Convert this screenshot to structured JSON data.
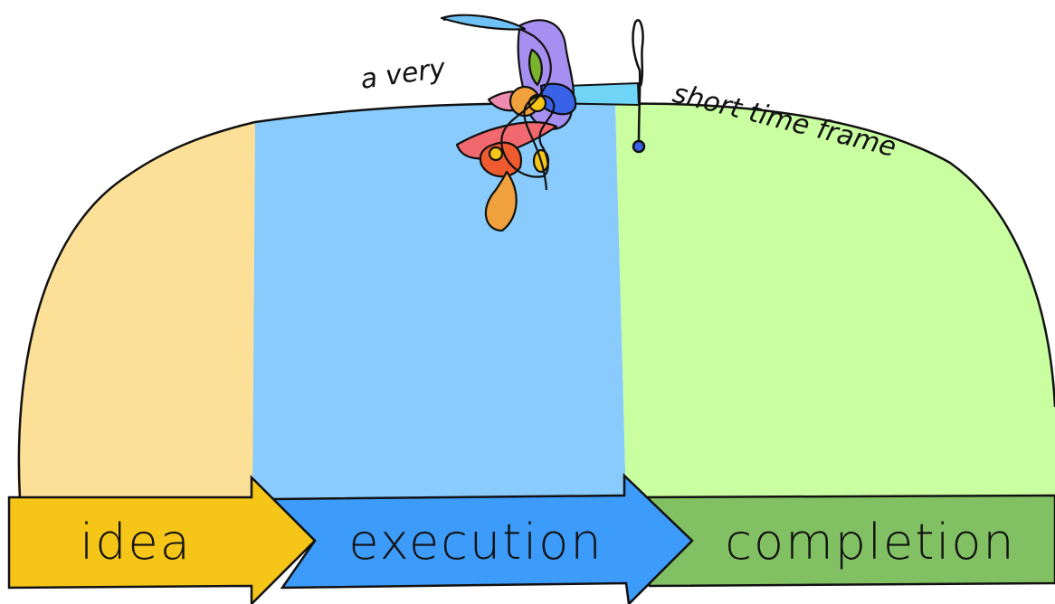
{
  "caption": {
    "left": "a very",
    "right": "short time frame"
  },
  "stages": [
    {
      "id": "idea",
      "label": "idea",
      "color": "#f5c518",
      "area_color": "#fde097"
    },
    {
      "id": "execution",
      "label": "execution",
      "color": "#3d9bfa",
      "area_color": "#88cbfc"
    },
    {
      "id": "completion",
      "label": "completion",
      "color": "#82c163",
      "area_color": "#c9fea1"
    }
  ],
  "scribble_colors": [
    "#a58ff0",
    "#3a62e8",
    "#f2686f",
    "#ef5a2f",
    "#f0a03c",
    "#f5c518",
    "#7bb32e",
    "#6fd4f5"
  ]
}
